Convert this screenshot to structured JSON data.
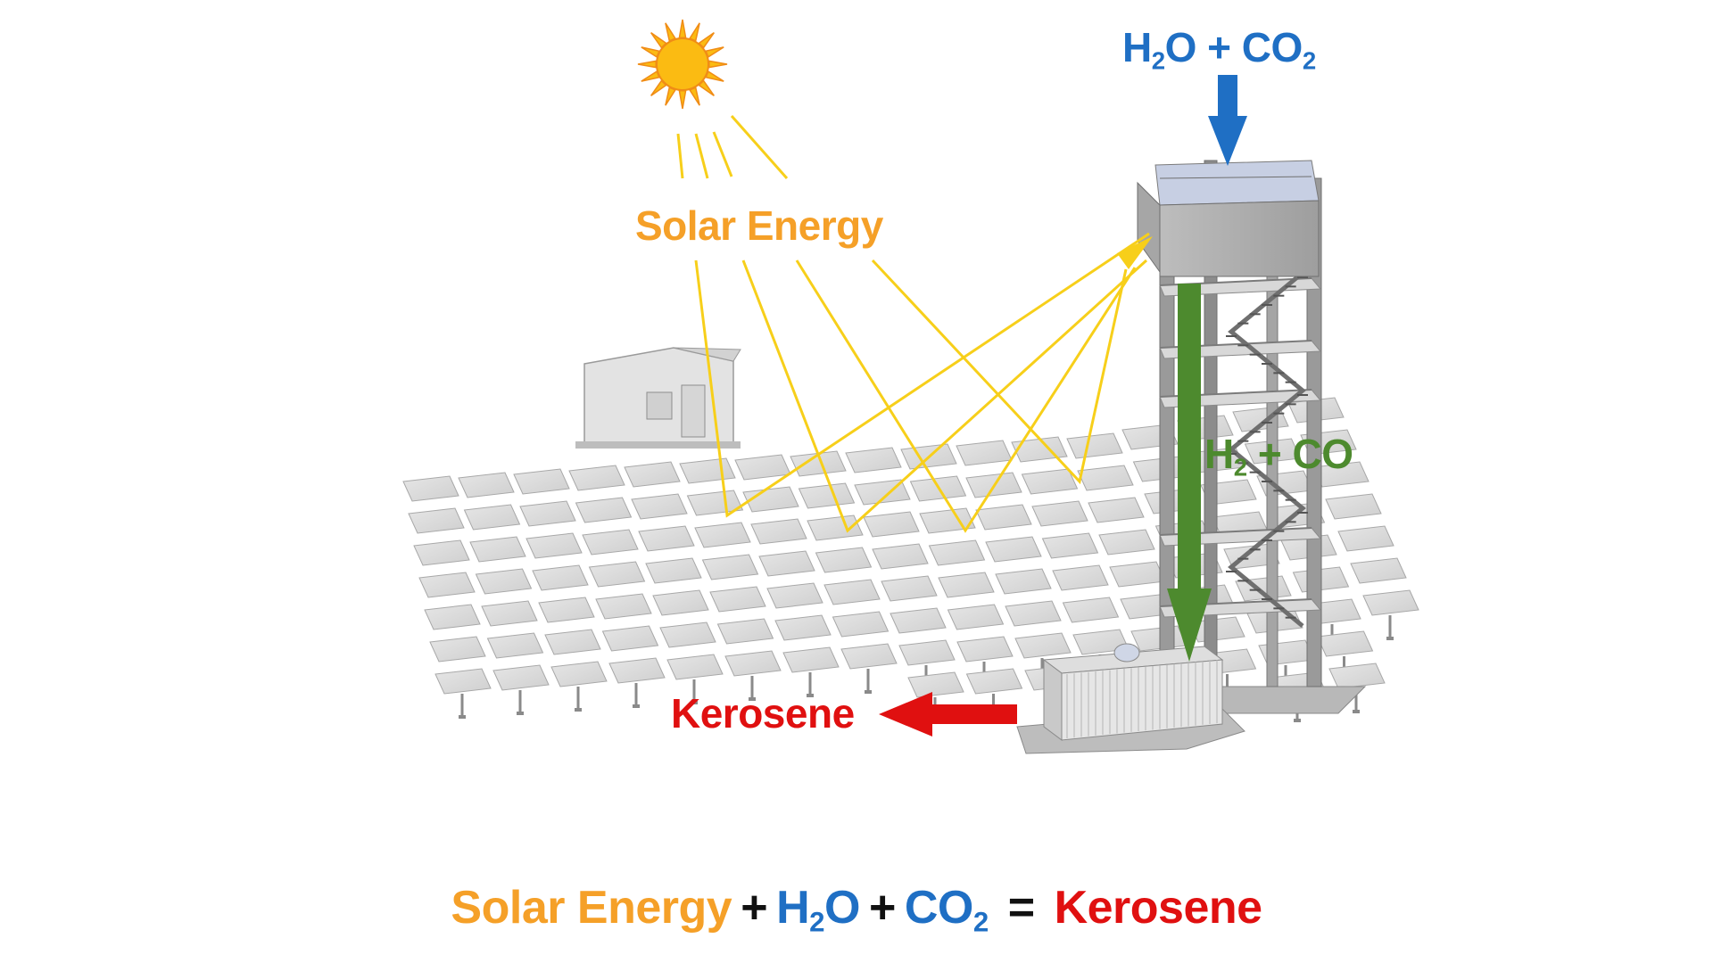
{
  "colors": {
    "solar": "#f5a028",
    "water_co2": "#1f6fc4",
    "syngas": "#4d8a2e",
    "kerosene": "#e01010",
    "operator": "#111111",
    "ray": "#f7cf1a"
  },
  "icons": [
    "sun-icon",
    "down-arrow-icon",
    "left-arrow-icon"
  ],
  "labels": {
    "solar_energy": "Solar Energy",
    "input": {
      "h": "H",
      "h_sub": "2",
      "o_plus_co": "O + CO",
      "co_sub": "2"
    },
    "syngas": {
      "h": "H",
      "h_sub": "2",
      "rest": " + CO"
    },
    "kerosene": "Kerosene"
  },
  "equation": {
    "solar_energy": "Solar Energy",
    "plus1": "+",
    "h": "H",
    "h_sub": "2",
    "o": "O",
    "plus2": "+",
    "co": "CO",
    "co_sub": "2",
    "equals": "=",
    "kerosene": "Kerosene"
  }
}
